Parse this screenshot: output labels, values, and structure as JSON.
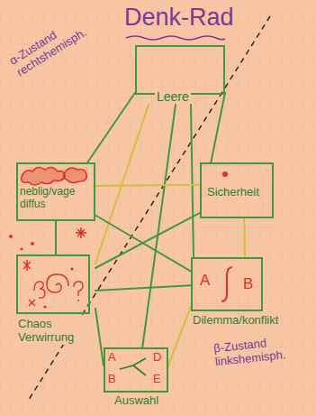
{
  "diagram": {
    "title": "Denk-Rad",
    "nodes": [
      {
        "text": [
          "Leere"
        ]
      },
      {
        "text": [
          "neblig/vage diffus"
        ]
      },
      {
        "text": [
          "Sicherheit"
        ]
      },
      {
        "text": [
          "Chaos Verwirrung"
        ]
      },
      {
        "text": [
          "A",
          "B",
          "Dilemma/konflikt"
        ]
      },
      {
        "text": [
          "A",
          "D",
          "B",
          "E",
          "Auswahl"
        ]
      }
    ],
    "edges": [
      {
        "from": 0,
        "to": 1,
        "arrow": "none"
      },
      {
        "from": 0,
        "to": 2,
        "arrow": "none"
      },
      {
        "from": 0,
        "to": 3,
        "arrow": "none"
      },
      {
        "from": 0,
        "to": 4,
        "arrow": "none"
      },
      {
        "from": 0,
        "to": 5,
        "arrow": "none"
      },
      {
        "from": 1,
        "to": 2,
        "arrow": "none"
      },
      {
        "from": 1,
        "to": 3,
        "arrow": "none"
      },
      {
        "from": 1,
        "to": 4,
        "arrow": "none"
      },
      {
        "from": 2,
        "to": 3,
        "arrow": "none"
      },
      {
        "from": 2,
        "to": 4,
        "arrow": "none"
      },
      {
        "from": 3,
        "to": 4,
        "arrow": "none"
      },
      {
        "from": 3,
        "to": 5,
        "arrow": "none"
      },
      {
        "from": 4,
        "to": 5,
        "arrow": "none"
      }
    ],
    "labels": [
      "α-Zustand rechtshemisph.",
      "β-Zustand linkshemisph."
    ]
  }
}
